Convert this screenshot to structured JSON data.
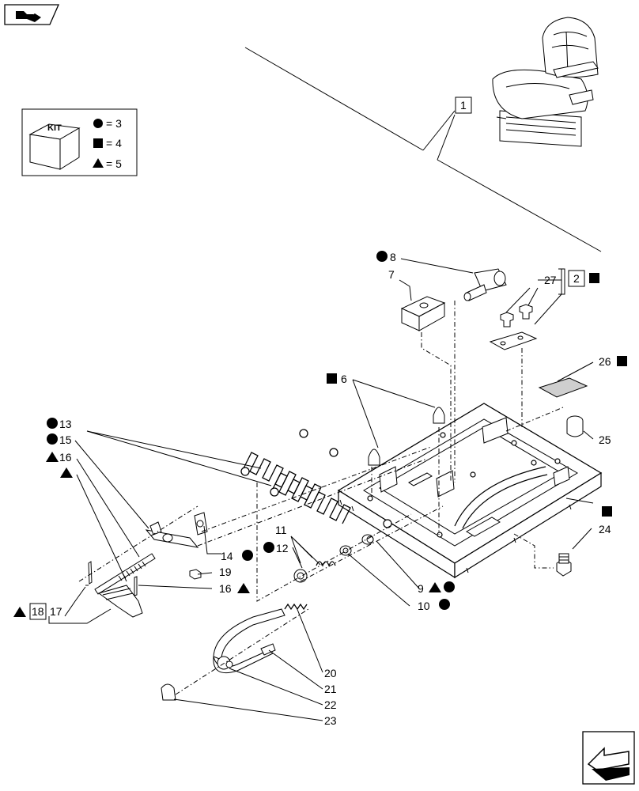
{
  "kit_legend": {
    "kit_label": "KIT",
    "rows": [
      {
        "symbol": "circle",
        "text": "= 3"
      },
      {
        "symbol": "square",
        "text": "= 4"
      },
      {
        "symbol": "triangle",
        "text": "= 5"
      }
    ]
  },
  "callouts": {
    "c1": "1",
    "c2": "2",
    "c6": "6",
    "c7": "7",
    "c8": "8",
    "c9": "9",
    "c10": "10",
    "c11": "11",
    "c12": "12",
    "c13": "13",
    "c14": "14",
    "c15": "15",
    "c16a": "16",
    "c16b": "16",
    "c17": "17",
    "c18": "18",
    "c19": "19",
    "c20": "20",
    "c21": "21",
    "c22": "22",
    "c23": "23",
    "c24": "24",
    "c25": "25",
    "c26": "26",
    "c27": "27"
  },
  "icons": {
    "top_left": "vehicle-nav-icon",
    "bottom_right": "back-arrow-icon"
  }
}
